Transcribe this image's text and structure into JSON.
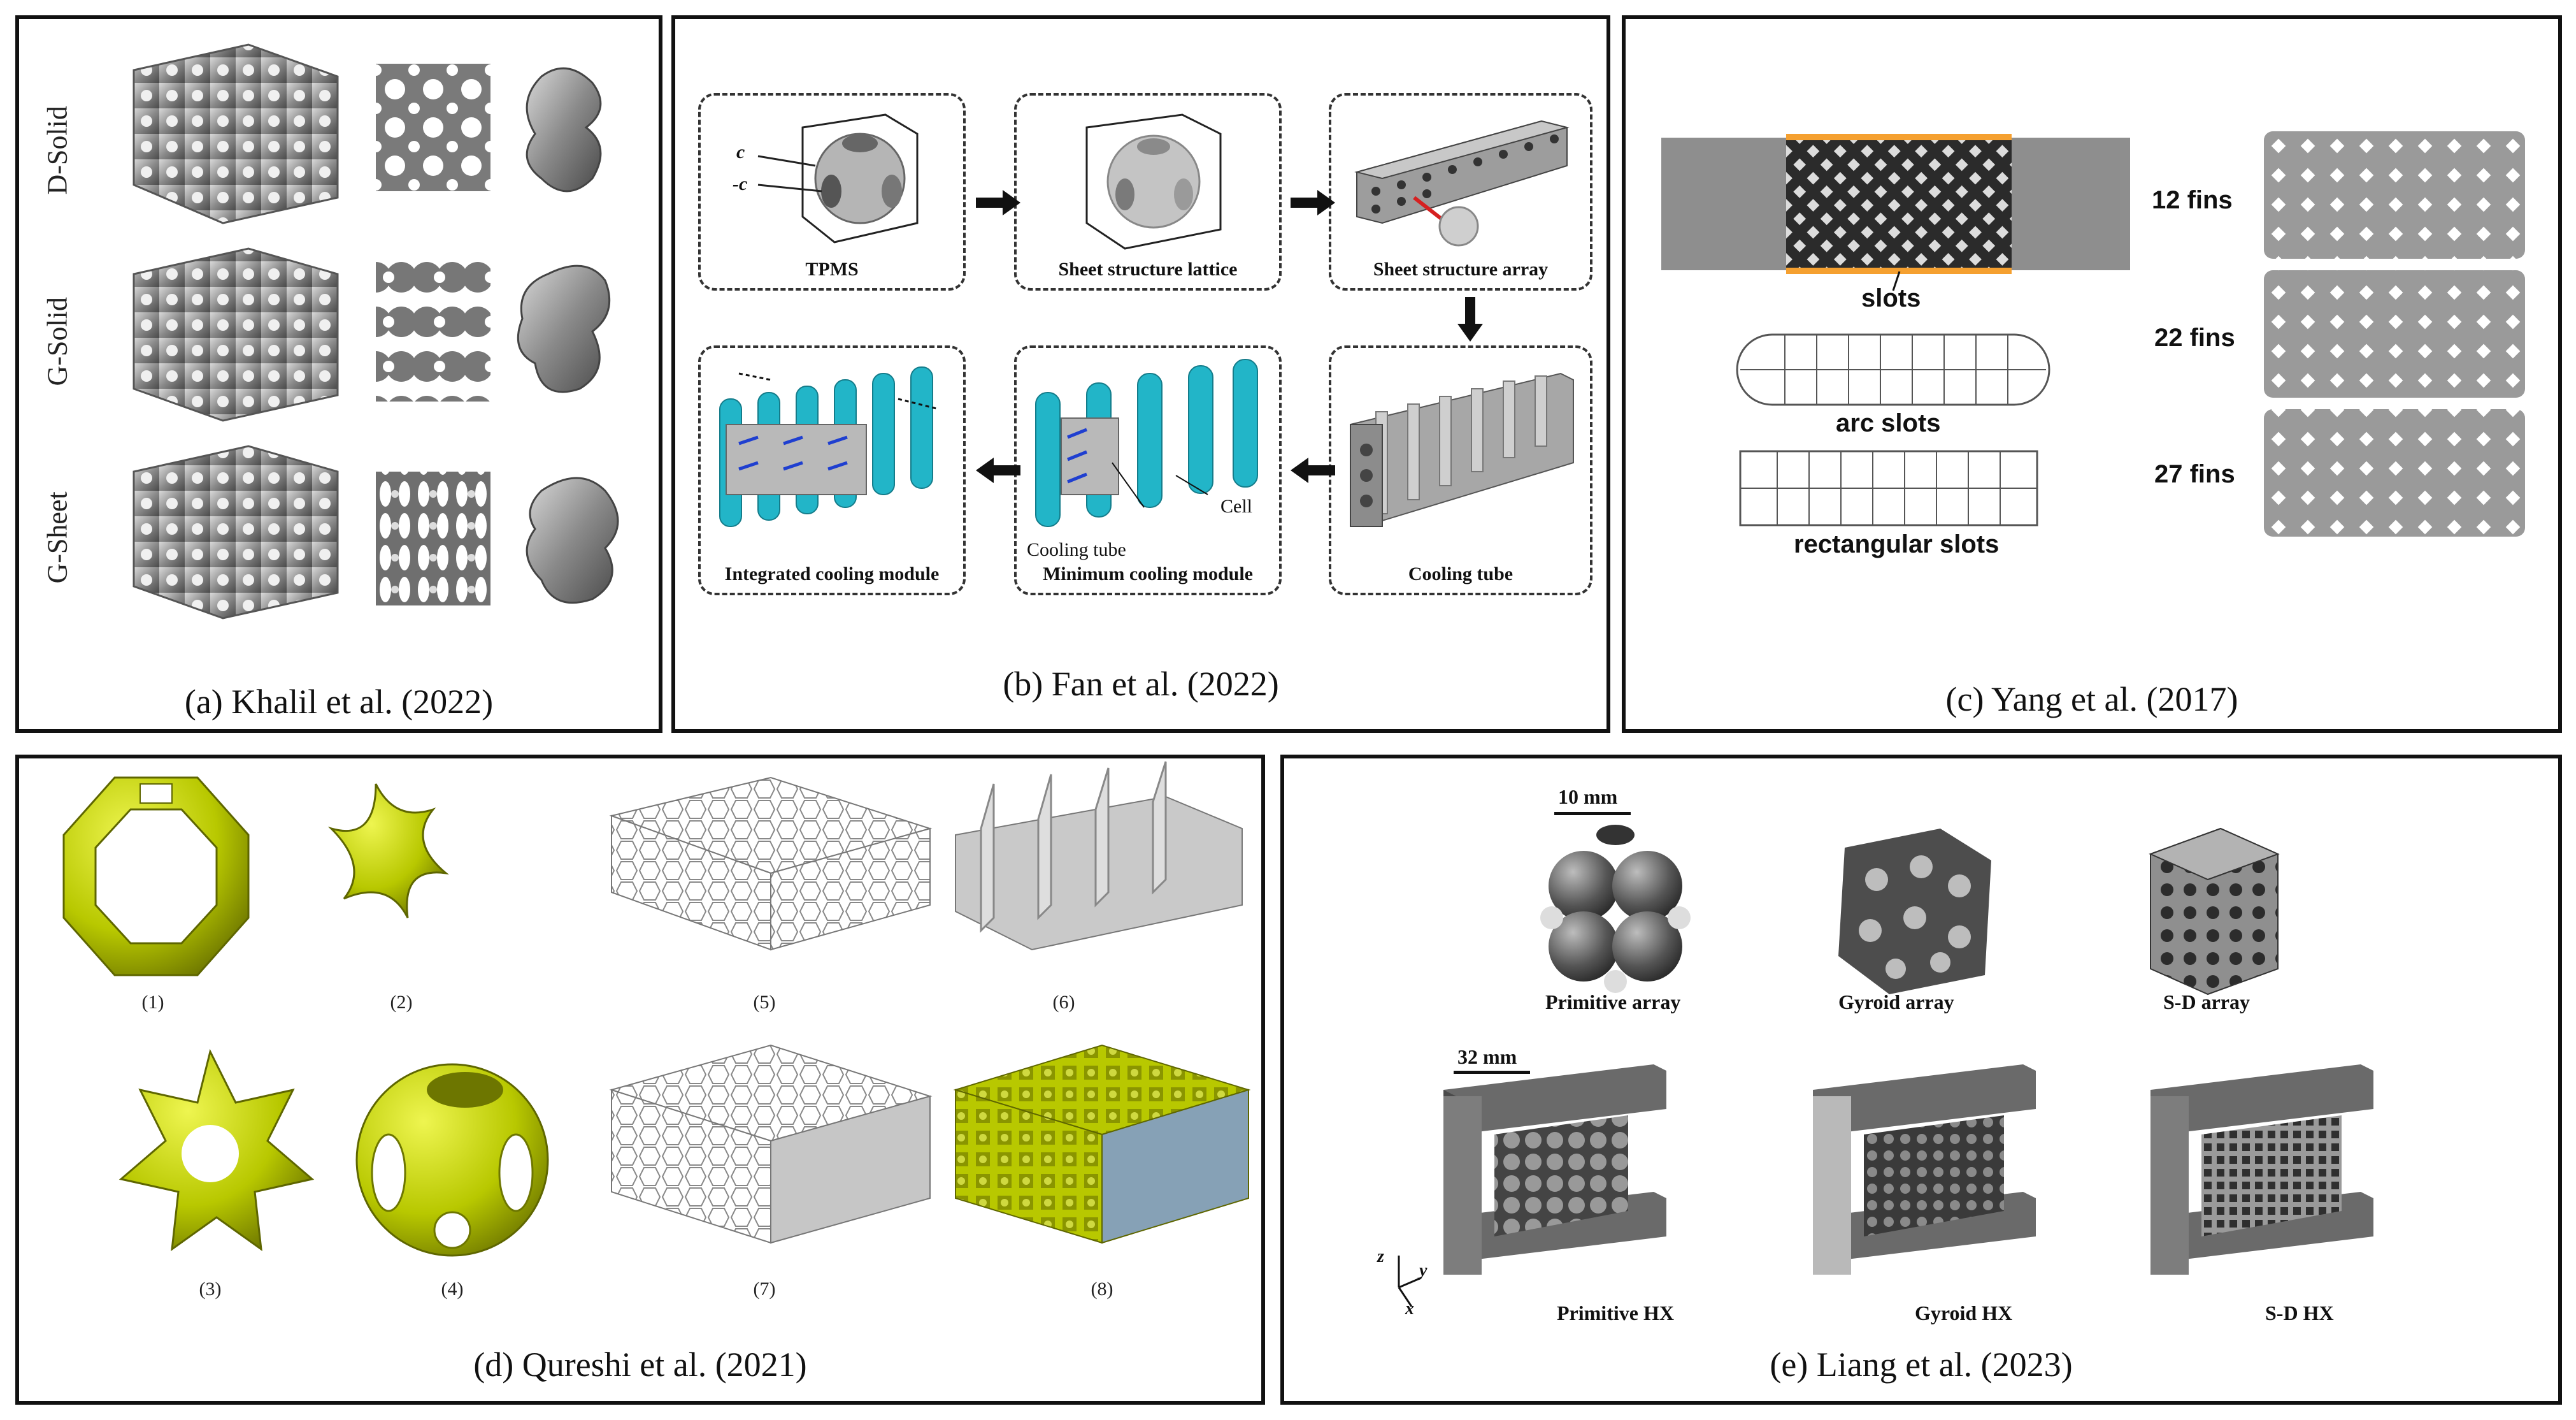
{
  "panel_a": {
    "caption": "(a) Khalil et al. (2022)",
    "rows": [
      "D-Solid",
      "G-Solid",
      "G-Sheet"
    ]
  },
  "panel_b": {
    "caption": "(b) Fan et al. (2022)",
    "tpms": "TPMS",
    "sheet_lattice": "Sheet structure lattice",
    "sheet_array": "Sheet structure array",
    "cooling_tube": "Cooling tube",
    "minimum_module": "Minimum cooling module",
    "integrated_module": "Integrated cooling module",
    "cell_label": "Cell",
    "cooling_tube_label": "Cooling tube",
    "c_plus": "c",
    "c_minus": "-c"
  },
  "panel_c": {
    "caption": "(c) Yang et al. (2017)",
    "slots": "slots",
    "arc_slots": "arc slots",
    "rect_slots": "rectangular slots",
    "fins": [
      "12 fins",
      "22 fins",
      "27 fins"
    ],
    "colors": {
      "plate": "#8e8e8e",
      "edge": "#f5a030",
      "lattice": "#2b2b2b"
    }
  },
  "panel_d": {
    "caption": "(d) Qureshi et al. (2021)",
    "labels": [
      "(1)",
      "(2)",
      "(3)",
      "(4)",
      "(5)",
      "(6)",
      "(7)",
      "(8)"
    ],
    "colors": {
      "yellow": "#b8c800",
      "yellow_dark": "#7f8a00"
    }
  },
  "panel_e": {
    "caption": "(e) Liang et al. (2023)",
    "scale_small": "10 mm",
    "scale_large": "32 mm",
    "arrays": [
      "Primitive array",
      "Gyroid array",
      "S-D  array"
    ],
    "hx": [
      "Primitive HX",
      "Gyroid HX",
      "S-D HX"
    ],
    "axes": [
      "z",
      "y",
      "x"
    ]
  }
}
